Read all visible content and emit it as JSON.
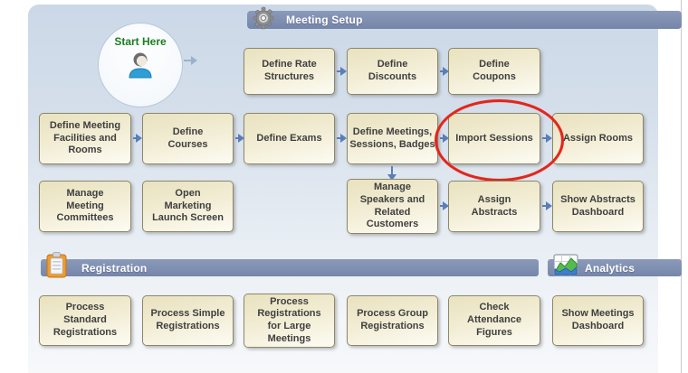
{
  "sections": {
    "meeting_setup": {
      "label": "Meeting Setup",
      "icon": "gear-icon"
    },
    "registration": {
      "label": "Registration",
      "icon": "clipboard-icon"
    },
    "analytics": {
      "label": "Analytics",
      "icon": "chart-icon"
    }
  },
  "start": {
    "label": "Start Here",
    "color": "#1b7e21",
    "icon": "person-icon"
  },
  "boxes": [
    {
      "id": "define-rate-structures",
      "label": "Define Rate\nStructures"
    },
    {
      "id": "define-discounts",
      "label": "Define\nDiscounts"
    },
    {
      "id": "define-coupons",
      "label": "Define\nCoupons"
    },
    {
      "id": "define-meeting-facilities-and-rooms",
      "label": "Define Meeting\nFacilities and\nRooms"
    },
    {
      "id": "define-courses",
      "label": "Define\nCourses"
    },
    {
      "id": "define-exams",
      "label": "Define Exams"
    },
    {
      "id": "define-meetings-sessions-badges",
      "label": "Define Meetings,\nSessions, Badges"
    },
    {
      "id": "import-sessions",
      "label": "Import Sessions"
    },
    {
      "id": "assign-rooms",
      "label": "Assign Rooms"
    },
    {
      "id": "manage-meeting-committees",
      "label": "Manage\nMeeting\nCommittees"
    },
    {
      "id": "open-marketing-launch-screen",
      "label": "Open\nMarketing\nLaunch Screen"
    },
    {
      "id": "manage-speakers-and-related-customers",
      "label": "Manage\nSpeakers and\nRelated\nCustomers"
    },
    {
      "id": "assign-abstracts",
      "label": "Assign\nAbstracts"
    },
    {
      "id": "show-abstracts-dashboard",
      "label": "Show Abstracts\nDashboard"
    },
    {
      "id": "process-standard-registrations",
      "label": "Process\nStandard\nRegistrations"
    },
    {
      "id": "process-simple-registrations",
      "label": "Process Simple\nRegistrations"
    },
    {
      "id": "process-registrations-for-large-meetings",
      "label": "Process\nRegistrations\nfor Large\nMeetings"
    },
    {
      "id": "process-group-registrations",
      "label": "Process Group\nRegistrations"
    },
    {
      "id": "check-attendance-figures",
      "label": "Check\nAttendance\nFigures"
    },
    {
      "id": "show-meetings-dashboard",
      "label": "Show Meetings\nDashboard"
    }
  ],
  "flow_connections": [
    [
      "Start Here",
      "Define Rate Structures"
    ],
    [
      "Define Rate Structures",
      "Define Discounts"
    ],
    [
      "Define Discounts",
      "Define Coupons"
    ],
    [
      "Define Meeting Facilities and Rooms",
      "Define Courses"
    ],
    [
      "Define Courses",
      "Define Exams"
    ],
    [
      "Define Exams",
      "Define Meetings, Sessions, Badges"
    ],
    [
      "Define Meetings, Sessions, Badges",
      "Import Sessions"
    ],
    [
      "Import Sessions",
      "Assign Rooms"
    ],
    [
      "Define Meetings, Sessions, Badges",
      "Manage Speakers and Related Customers"
    ],
    [
      "Manage Speakers and Related Customers",
      "Assign Abstracts"
    ],
    [
      "Assign Abstracts",
      "Show Abstracts Dashboard"
    ]
  ],
  "highlight": {
    "annotation": "red ellipse circling Import Sessions",
    "target": "Import Sessions",
    "color": "#e2261b"
  },
  "colors": {
    "panel_top": "#cbd8e7",
    "panel_bottom": "#f6f8fa",
    "section_bar": "#7e8eb0",
    "box_fill": "#f2edd5",
    "box_border": "#8d8768",
    "arrow": "#5a7eb5",
    "start_text": "#1b7e21",
    "highlight": "#e2261b"
  }
}
